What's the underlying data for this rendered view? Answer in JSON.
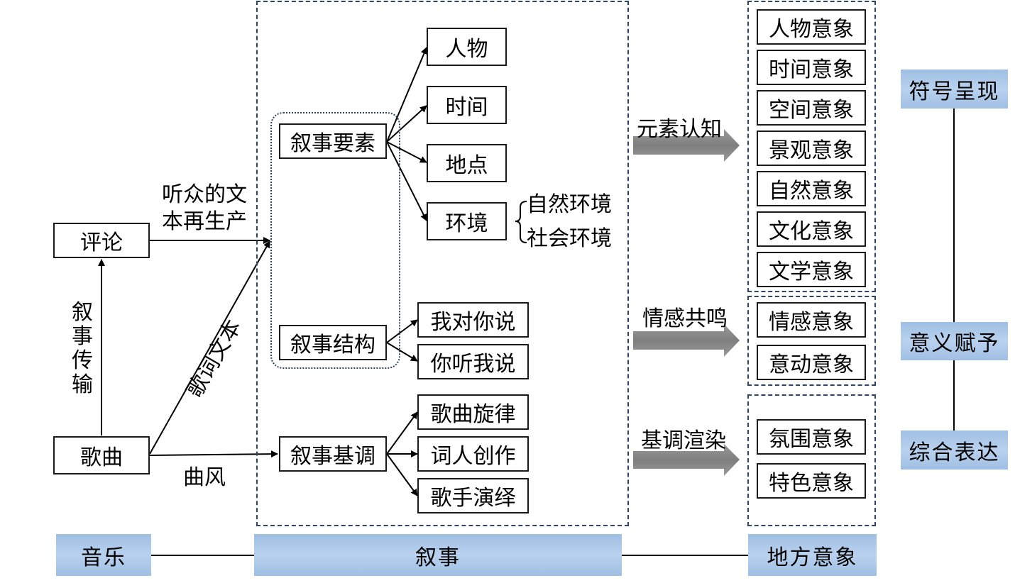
{
  "left": {
    "comment": "评论",
    "song": "歌曲",
    "narrative_transmission": "叙事传输",
    "audience_reproduction": [
      "听众的文",
      "本再生产"
    ],
    "lyric_text": "歌词文本",
    "song_style": "曲风"
  },
  "center": {
    "elements": "叙事要素",
    "structure": "叙事结构",
    "tone": "叙事基调",
    "element_items": [
      "人物",
      "时间",
      "地点",
      "环境"
    ],
    "environment_brace_items": [
      "自然环境",
      "社会环境"
    ],
    "structure_items": [
      "我对你说",
      "你听我说"
    ],
    "tone_items": [
      "歌曲旋律",
      "词人创作",
      "歌手演绎"
    ]
  },
  "arrows": {
    "cognition": "元素认知",
    "resonance": "情感共鸣",
    "rendering": "基调渲染"
  },
  "imagery": {
    "group1": [
      "人物意象",
      "时间意象",
      "空间意象",
      "景观意象",
      "自然意象",
      "文化意象",
      "文学意象"
    ],
    "group2": [
      "情感意象",
      "意动意象"
    ],
    "group3": [
      "氛围意象",
      "特色意象"
    ]
  },
  "stages": {
    "symbol": "符号呈现",
    "meaning": "意义赋予",
    "expression": "综合表达"
  },
  "bottom": {
    "music": "音乐",
    "narrative": "叙事",
    "place_imagery": "地方意象"
  },
  "colors": {
    "label_fill": "#a9c6e8",
    "dashed_border": "#2f4565",
    "arrow_gray": "#8c8c8c"
  }
}
